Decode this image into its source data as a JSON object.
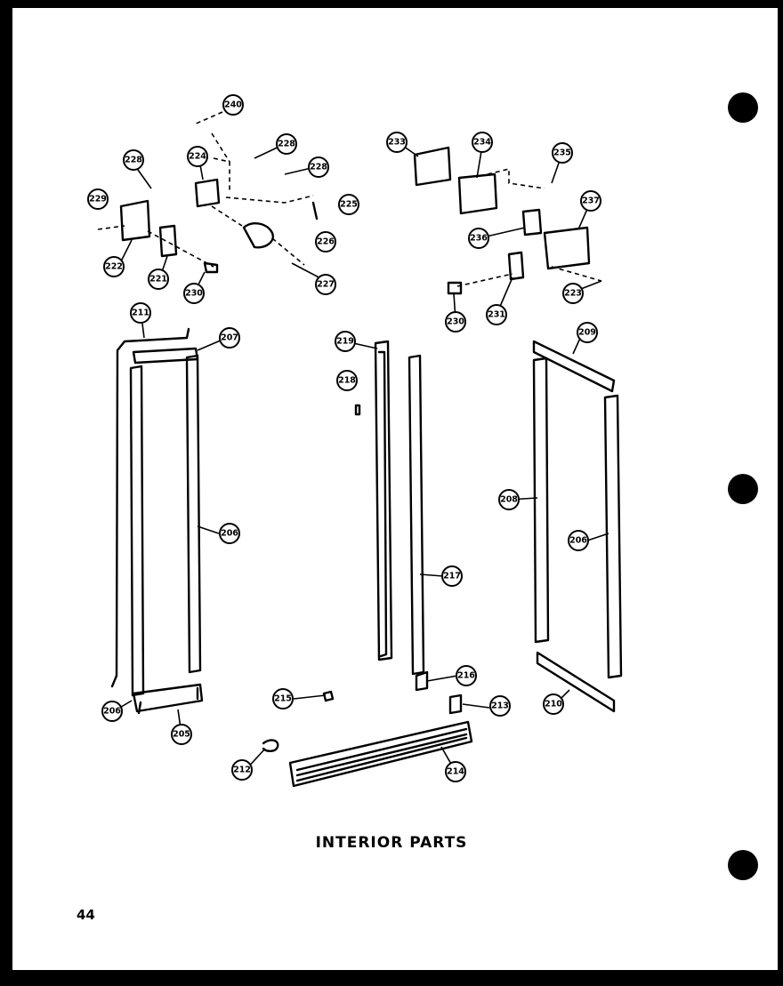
{
  "title": "INTERIOR PARTS",
  "page_number": "44",
  "colors": {
    "ink": "#000000",
    "paper": "#ffffff"
  },
  "callouts": [
    {
      "id": "c240",
      "label": "240"
    },
    {
      "id": "c228a",
      "label": "228"
    },
    {
      "id": "c228b",
      "label": "228"
    },
    {
      "id": "c228c",
      "label": "228"
    },
    {
      "id": "c224",
      "label": "224"
    },
    {
      "id": "c229",
      "label": "229"
    },
    {
      "id": "c222",
      "label": "222"
    },
    {
      "id": "c221",
      "label": "221"
    },
    {
      "id": "c230a",
      "label": "230"
    },
    {
      "id": "c225",
      "label": "225"
    },
    {
      "id": "c226",
      "label": "226"
    },
    {
      "id": "c227",
      "label": "227"
    },
    {
      "id": "c233",
      "label": "233"
    },
    {
      "id": "c234",
      "label": "234"
    },
    {
      "id": "c235",
      "label": "235"
    },
    {
      "id": "c237",
      "label": "237"
    },
    {
      "id": "c236",
      "label": "236"
    },
    {
      "id": "c223",
      "label": "223"
    },
    {
      "id": "c231",
      "label": "231"
    },
    {
      "id": "c230b",
      "label": "230"
    },
    {
      "id": "c211",
      "label": "211"
    },
    {
      "id": "c207",
      "label": "207"
    },
    {
      "id": "c219",
      "label": "219"
    },
    {
      "id": "c218",
      "label": "218"
    },
    {
      "id": "c209",
      "label": "209"
    },
    {
      "id": "c208",
      "label": "208"
    },
    {
      "id": "c206a",
      "label": "206"
    },
    {
      "id": "c206b",
      "label": "206"
    },
    {
      "id": "c217",
      "label": "217"
    },
    {
      "id": "c205",
      "label": "205"
    },
    {
      "id": "c216",
      "label": "216"
    },
    {
      "id": "c215",
      "label": "215"
    },
    {
      "id": "c213",
      "label": "213"
    },
    {
      "id": "c210",
      "label": "210"
    },
    {
      "id": "c212",
      "label": "212"
    },
    {
      "id": "c214",
      "label": "214"
    },
    {
      "id": "c206c",
      "label": "206"
    }
  ]
}
